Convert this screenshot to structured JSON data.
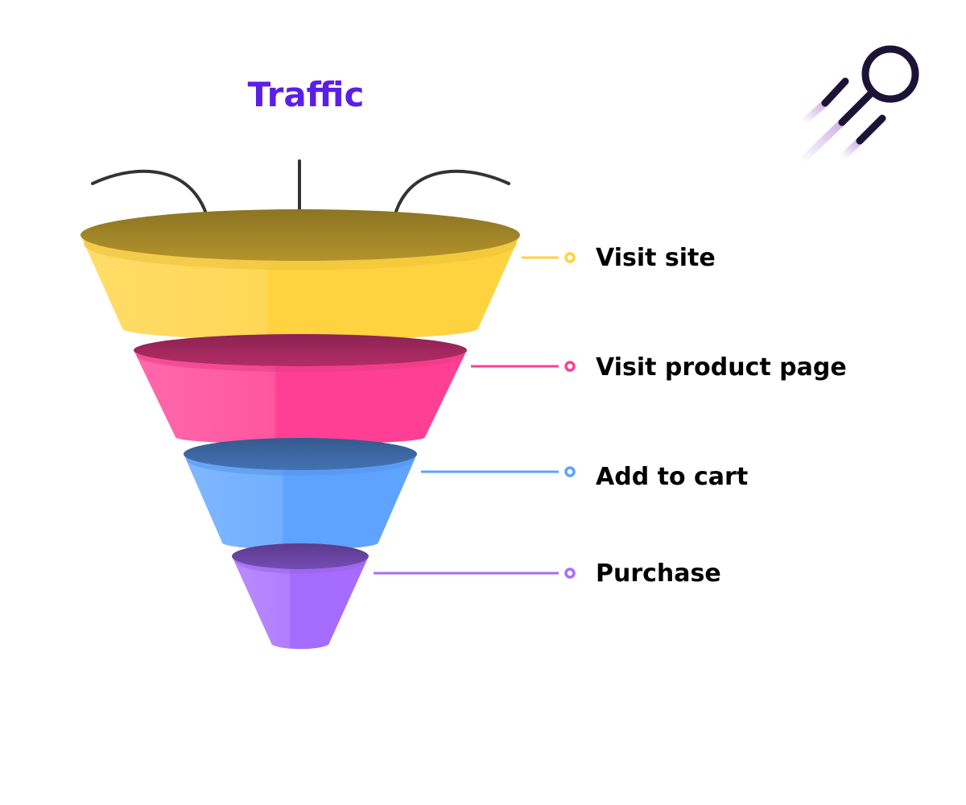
{
  "title": "Traffic",
  "colors": {
    "title": "#5b1ee6",
    "arrows": "#333333",
    "logo": "#1c1436"
  },
  "stages": [
    {
      "label": "Visit site",
      "color": "#ffd23f"
    },
    {
      "label": "Visit product page",
      "color": "#ff3f93"
    },
    {
      "label": "Add to cart",
      "color": "#5ea3ff"
    },
    {
      "label": "Purchase",
      "color": "#a66cff"
    }
  ],
  "logo_icon": "magnifier-comet-icon"
}
